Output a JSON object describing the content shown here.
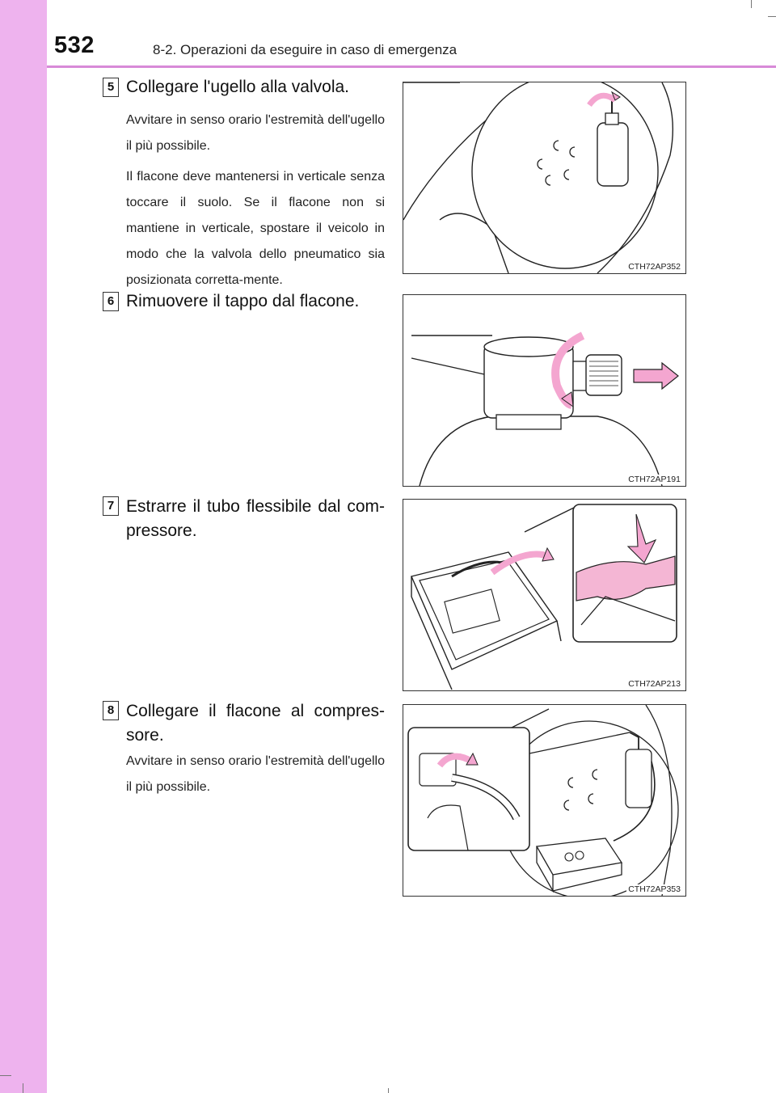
{
  "header": {
    "page_number": "532",
    "section_title": "8-2. Operazioni da eseguire in caso di emergenza"
  },
  "colors": {
    "side_strip": "#eeb3ee",
    "header_rule": "#d88ad8",
    "arrow_pink": "#f4a6d0"
  },
  "steps": [
    {
      "number": "5",
      "title": "Collegare l'ugello alla valvola.",
      "paragraphs": [
        "Avvitare in senso orario l'estremità dell'ugello il più possibile.",
        "Il flacone deve mantenersi in verticale senza toccare il suolo. Se il flacone non si mantiene in verticale, spostare il veicolo in modo che la valvola dello pneumatico sia posizionata corretta-mente."
      ],
      "figure_code": "CTH72AP352"
    },
    {
      "number": "6",
      "title": "Rimuovere il tappo dal flacone.",
      "paragraphs": [],
      "figure_code": "CTH72AP191"
    },
    {
      "number": "7",
      "title": "Estrarre il tubo flessibile dal com-pressore.",
      "paragraphs": [],
      "figure_code": "CTH72AP213"
    },
    {
      "number": "8",
      "title": "Collegare il flacone al compres-sore.",
      "paragraphs": [
        "Avvitare in senso orario l'estremità dell'ugello il più possibile."
      ],
      "figure_code": "CTH72AP353"
    }
  ]
}
